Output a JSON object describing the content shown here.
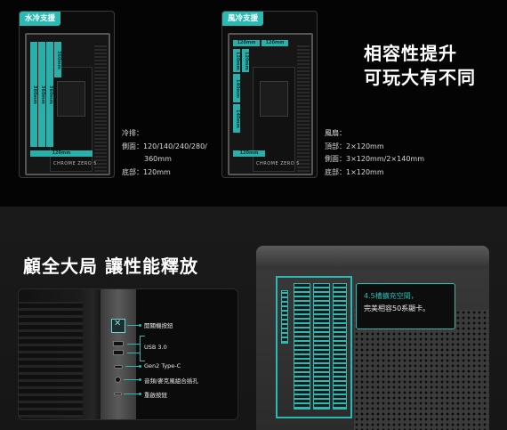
{
  "left_card": {
    "tag": "水冷支援",
    "bars": [
      "360mm",
      "360mm",
      "360mm",
      "360mm"
    ],
    "bottom_bar": "120mm",
    "brand": "CHROME ZERO 5"
  },
  "right_card": {
    "tag": "風冷支援",
    "top_fans": [
      "120mm",
      "120mm"
    ],
    "side_fans": [
      "120mm",
      "140mm",
      "140mm",
      "120mm"
    ],
    "bottom_fan": "120mm",
    "brand": "CHROME ZERO 5"
  },
  "water_spec": {
    "head": "冷排：",
    "side_a": "側面：120/140/240/280/",
    "side_b": "360mm",
    "bottom": "底部：120mm"
  },
  "air_spec": {
    "head": "風扇：",
    "top": "頂部：2×120mm",
    "side": "側面：3×120mm/2×140mm",
    "bottom": "底部：1×120mm"
  },
  "headline": {
    "line1": "相容性提升",
    "line2": "可玩大有不同"
  },
  "section2_title": "顧全大局 讓性能釋放",
  "io_labels": {
    "power": "開關機按鈕",
    "usb": "USB 3.0",
    "typec": "Gen2 Type-C",
    "audio": "音頻/麥克風組合插孔",
    "reset": "重啟按鈕"
  },
  "expansion": {
    "line1": "4.5槽擴充空間，",
    "line2": "完美相容50系顯卡。"
  },
  "colors": {
    "accent": "#2bb9b4"
  }
}
